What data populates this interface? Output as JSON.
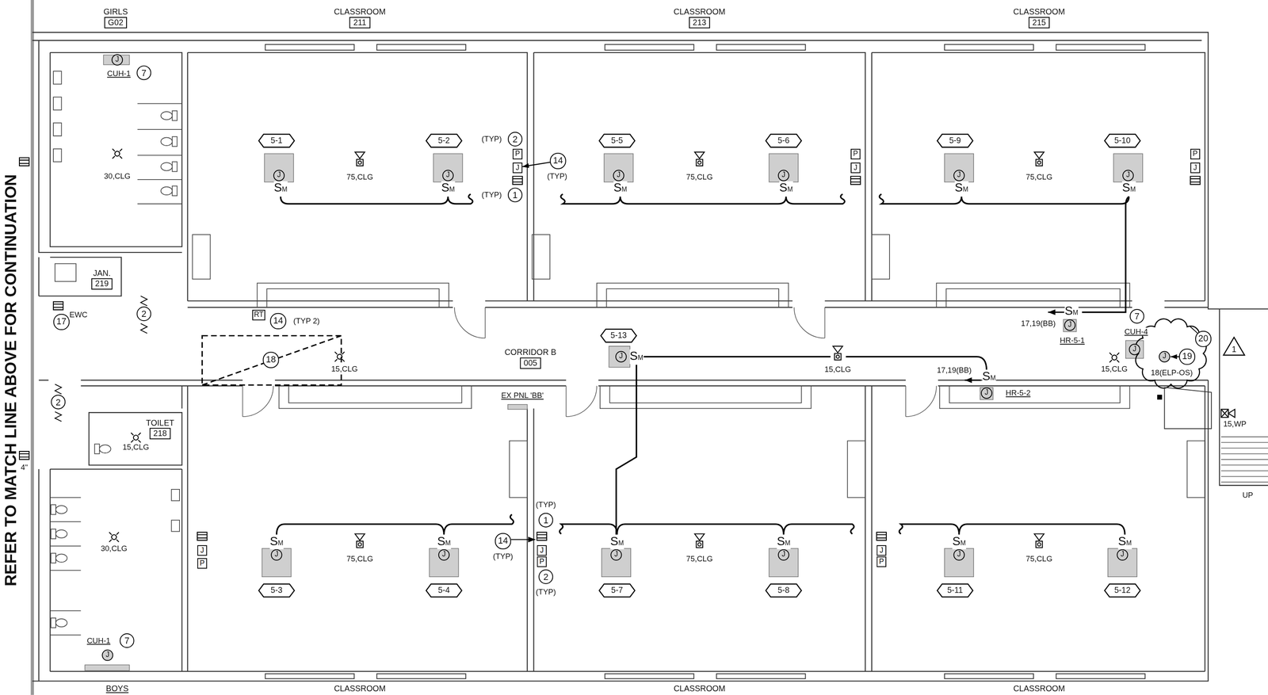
{
  "diagram": {
    "nodes": [
      {
        "text": [
          "GIRLS",
          "G02"
        ]
      },
      {
        "text": [
          "CLASSROOM",
          "211"
        ]
      },
      {
        "text": [
          "CLASSROOM",
          "213"
        ]
      },
      {
        "text": [
          "CLASSROOM",
          "215"
        ]
      },
      {
        "text": [
          "J"
        ]
      },
      {
        "text": [
          "7"
        ]
      },
      {
        "text": [
          "5-1"
        ]
      },
      {
        "text": [
          "5-2"
        ]
      },
      {
        "text": [
          "2"
        ]
      },
      {
        "text": [
          "P"
        ]
      },
      {
        "text": [
          "J"
        ]
      },
      {
        "text": [
          "14"
        ]
      },
      {
        "text": [
          "1"
        ]
      },
      {
        "text": [
          "5-5"
        ]
      },
      {
        "text": [
          "5-6"
        ]
      },
      {
        "text": [
          "P"
        ]
      },
      {
        "text": [
          "J"
        ]
      },
      {
        "text": [
          "5-9"
        ]
      },
      {
        "text": [
          "5-10"
        ]
      },
      {
        "text": [
          "P"
        ]
      },
      {
        "text": [
          "J"
        ]
      },
      {
        "text": [
          "J"
        ]
      },
      {
        "text": [
          "J"
        ]
      },
      {
        "text": [
          "J"
        ]
      },
      {
        "text": [
          "J"
        ]
      },
      {
        "text": [
          "J"
        ]
      },
      {
        "text": [
          "J"
        ]
      },
      {
        "text": [
          "JAN.",
          "219"
        ]
      },
      {
        "text": [
          "2"
        ]
      },
      {
        "text": [
          "17"
        ]
      },
      {
        "text": [
          "RT"
        ]
      },
      {
        "text": [
          "14"
        ]
      },
      {
        "text": [
          "7"
        ]
      },
      {
        "text": [
          "J"
        ]
      },
      {
        "text": [
          "5-13"
        ]
      },
      {
        "text": [
          "20"
        ]
      },
      {
        "text": [
          "1"
        ]
      },
      {
        "text": [
          "J"
        ]
      },
      {
        "text": [
          "J"
        ]
      },
      {
        "text": [
          "19"
        ]
      },
      {
        "text": [
          "J"
        ]
      },
      {
        "text": [
          "CORRIDOR B",
          "005"
        ]
      },
      {
        "text": [
          "18"
        ]
      },
      {
        "text": [
          "J"
        ]
      },
      {
        "text": [
          "2"
        ]
      },
      {
        "text": [
          "TOILET",
          "218"
        ]
      },
      {
        "text": [
          "1"
        ]
      },
      {
        "text": [
          "14"
        ]
      },
      {
        "text": [
          "J"
        ]
      },
      {
        "text": [
          "P"
        ]
      },
      {
        "text": [
          "J"
        ]
      },
      {
        "text": [
          "P"
        ]
      },
      {
        "text": [
          "J"
        ]
      },
      {
        "text": [
          "P"
        ]
      },
      {
        "text": [
          "J"
        ]
      },
      {
        "text": [
          "J"
        ]
      },
      {
        "text": [
          "J"
        ]
      },
      {
        "text": [
          "J"
        ]
      },
      {
        "text": [
          "J"
        ]
      },
      {
        "text": [
          "J"
        ]
      },
      {
        "text": [
          "2"
        ]
      },
      {
        "text": [
          "5-3"
        ]
      },
      {
        "text": [
          "5-4"
        ]
      },
      {
        "text": [
          "5-7"
        ]
      },
      {
        "text": [
          "5-8"
        ]
      },
      {
        "text": [
          "5-11"
        ]
      },
      {
        "text": [
          "5-12"
        ]
      },
      {
        "text": [
          "7"
        ]
      },
      {
        "text": [
          "J"
        ]
      }
    ],
    "edges": [
      {
        "from": 11,
        "to": 10,
        "arrow": "to"
      },
      {
        "from": 39,
        "to": 38,
        "arrow": "to"
      }
    ],
    "labels": [
      "REFER TO MATCH LINE ABOVE FOR CONTINUATION",
      "CUH-1",
      "(TYP)",
      "(TYP)",
      "(TYP)",
      "30,CLG",
      "75,CLG",
      "75,CLG",
      "75,CLG",
      "SM",
      "SM",
      "SM",
      "SM",
      "SM",
      "SM",
      "EWC",
      "(TYP 2)",
      "15,CLG",
      "17,19(BB)",
      "SM",
      "HR-5-1",
      "CUH-4",
      "15,CLG",
      "18(ELP-OS)",
      "SM",
      "15,CLG",
      "17,19(BB)",
      "SM",
      "HR-5-2",
      "EX PNL 'BB'",
      "15,WP",
      "15,CLG",
      "4\"",
      "UP",
      "(TYP)",
      "(TYP)",
      "(TYP)",
      "SM",
      "SM",
      "SM",
      "SM",
      "SM",
      "SM",
      "30,CLG",
      "75,CLG",
      "75,CLG",
      "75,CLG",
      "CUH-1",
      "BOYS",
      "CLASSROOM",
      "CLASSROOM",
      "CLASSROOM"
    ]
  }
}
